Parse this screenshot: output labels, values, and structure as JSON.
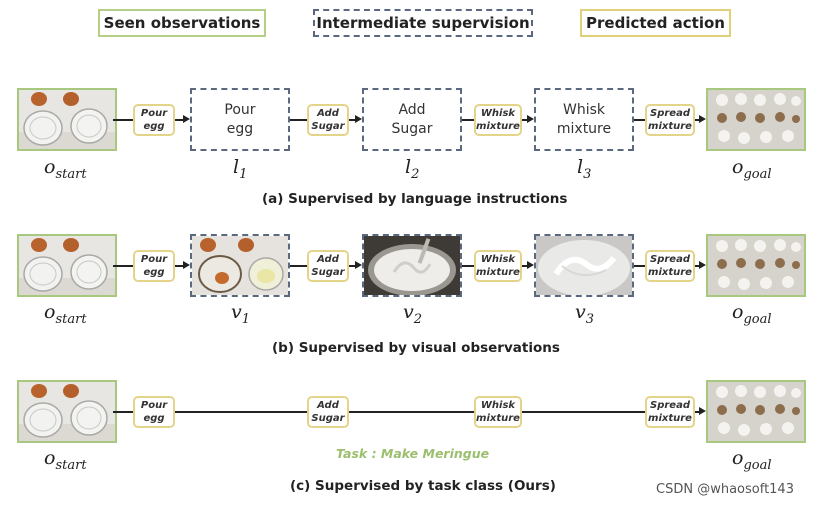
{
  "legend": {
    "seen": "Seen observations",
    "intermediate": "Intermediate supervision",
    "predicted": "Predicted action"
  },
  "actions": {
    "pour": [
      "Pour",
      "egg"
    ],
    "add": [
      "Add",
      "Sugar"
    ],
    "whisk": [
      "Whisk",
      "mixture"
    ],
    "spread": [
      "Spread",
      "mixture"
    ]
  },
  "row_a": {
    "boxes": [
      [
        "Pour",
        "egg"
      ],
      [
        "Add",
        "Sugar"
      ],
      [
        "Whisk",
        "mixture"
      ]
    ],
    "start_label": "o",
    "start_sub": "start",
    "l1": "l",
    "l1_sub": "1",
    "l2": "l",
    "l2_sub": "2",
    "l3": "l",
    "l3_sub": "3",
    "goal_label": "o",
    "goal_sub": "goal",
    "caption": "(a) Supervised by language instructions"
  },
  "row_b": {
    "start_label": "o",
    "start_sub": "start",
    "v1": "v",
    "v1_sub": "1",
    "v2": "v",
    "v2_sub": "2",
    "v3": "v",
    "v3_sub": "3",
    "goal_label": "o",
    "goal_sub": "goal",
    "caption": "(b) Supervised by visual observations"
  },
  "row_c": {
    "start_label": "o",
    "start_sub": "start",
    "goal_label": "o",
    "goal_sub": "goal",
    "task": "Task : Make Meringue",
    "caption": "(c) Supervised by task class (Ours)"
  },
  "watermark": "CSDN @whaosoft143",
  "colors": {
    "seen_border": "#b5cf86",
    "intermediate_border": "#5a6880",
    "predicted_border": "#e0d07a",
    "task_text": "#9bbf6e"
  }
}
